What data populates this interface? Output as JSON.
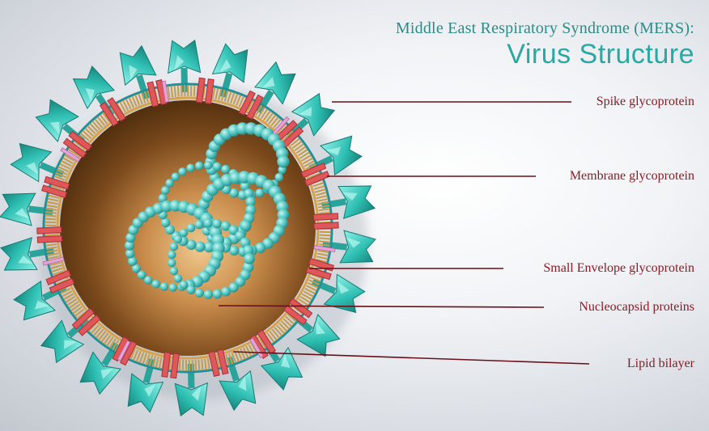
{
  "title": {
    "line1": "Middle East Respiratory Syndrome (MERS):",
    "line2": "Virus Structure"
  },
  "labels": [
    {
      "id": "spike",
      "text": "Spike glycoprotein"
    },
    {
      "id": "membrane",
      "text": "Membrane glycoprotein"
    },
    {
      "id": "envelope",
      "text": "Small Envelope glycoprotein"
    },
    {
      "id": "nucleocapsid",
      "text": "Nucleocapsid proteins"
    },
    {
      "id": "lipid",
      "text": "Lipid bilayer"
    }
  ],
  "colors": {
    "title": "#2d8a86",
    "title_accent": "#2aa8a1",
    "label_text": "#8c1a24",
    "leader_line": "#6b0f18",
    "spike": "#36c3b8",
    "membrane_protein": "#e0575a",
    "envelope_protein": "#e8a3d8",
    "lipid": "#c99a45",
    "core": "#6b3f16",
    "rna_beads": "#5cd0cc"
  }
}
